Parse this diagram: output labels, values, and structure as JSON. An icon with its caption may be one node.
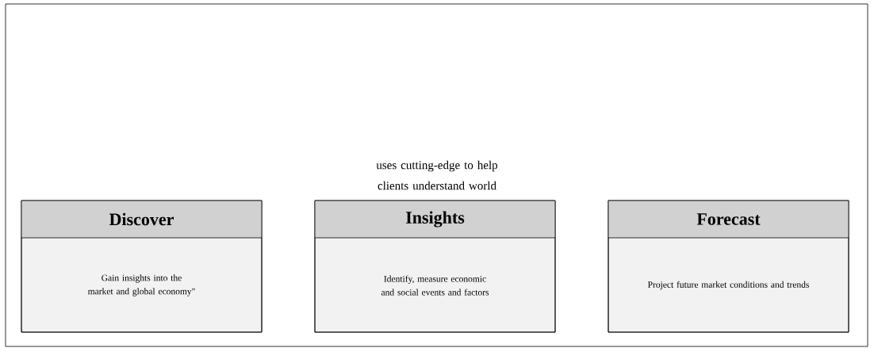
{
  "diagram": {
    "nodes": [
      {
        "text": [
          "Discover",
          "Gain insights into the market and global economy\""
        ]
      },
      {
        "text": [
          "Insights",
          "Identify, measure economic and social events and factors"
        ]
      },
      {
        "text": [
          "Forecast",
          "Project future market conditions and trends"
        ]
      }
    ],
    "labels": [
      "uses cutting-edge to help clients understand world"
    ]
  }
}
